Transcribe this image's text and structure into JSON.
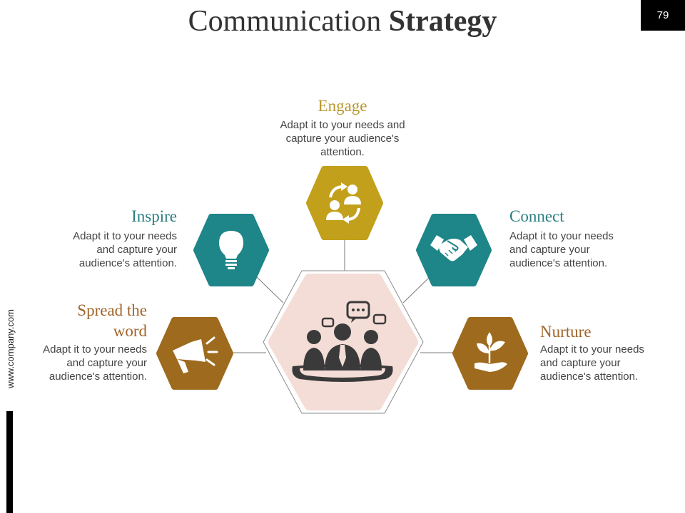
{
  "title": {
    "regular": "Communication ",
    "bold": "Strategy"
  },
  "page_number": "79",
  "side_url": "www.company.com",
  "colors": {
    "gold": "#C2A01B",
    "teal": "#1E8588",
    "brown": "#9E6A1E",
    "center_fill": "#F4DDD7",
    "label_gold": "#B8962B",
    "label_teal": "#2A7E80",
    "label_brown": "#A0652A"
  },
  "center_icon": "team-meeting-icon",
  "items": [
    {
      "id": "engage",
      "title": "Engage",
      "description": "Adapt it to your needs and capture your audience's attention.",
      "icon": "people-exchange-icon",
      "color": "gold"
    },
    {
      "id": "inspire",
      "title": "Inspire",
      "description": "Adapt it to your needs and capture your audience's attention.",
      "icon": "lightbulb-icon",
      "color": "teal"
    },
    {
      "id": "connect",
      "title": "Connect",
      "description": "Adapt it to your needs and capture your audience's attention.",
      "icon": "handshake-icon",
      "color": "teal"
    },
    {
      "id": "spread",
      "title": "Spread the word",
      "description": "Adapt it to your needs and capture your audience's attention.",
      "icon": "megaphone-icon",
      "color": "brown"
    },
    {
      "id": "nurture",
      "title": "Nurture",
      "description": "Adapt it to your needs and capture your audience's attention.",
      "icon": "plant-in-hand-icon",
      "color": "brown"
    }
  ]
}
